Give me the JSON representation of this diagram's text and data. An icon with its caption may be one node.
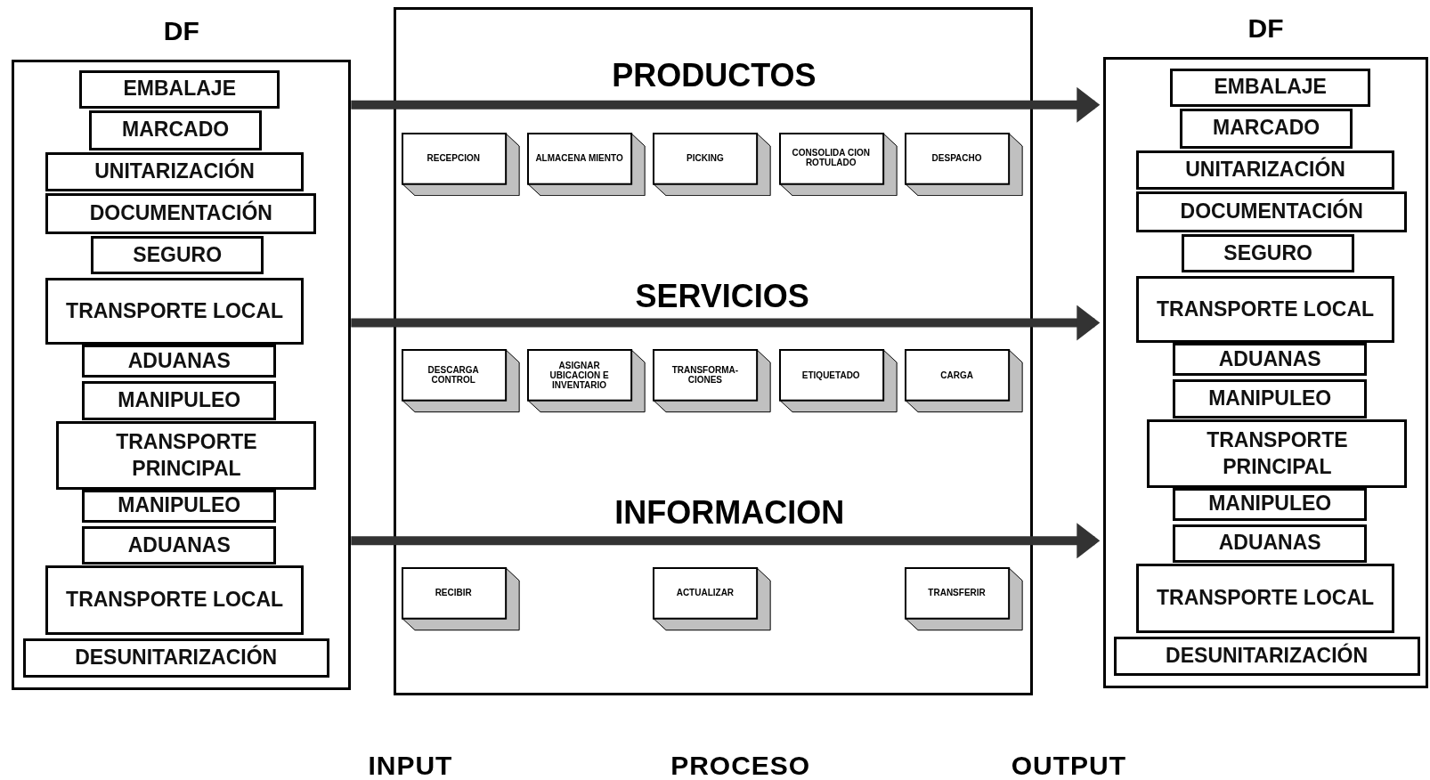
{
  "diagram": {
    "nodes": [
      {
        "text": [
          "DF"
        ]
      },
      {
        "text": [
          "EMBALAJE"
        ],
        "in": 0
      },
      {
        "text": [
          "MARCADO"
        ],
        "in": 0
      },
      {
        "text": [
          "UNITARIZACIÓN"
        ],
        "in": 0
      },
      {
        "text": [
          "DOCUMENTACIÓN"
        ],
        "in": 0
      },
      {
        "text": [
          "SEGURO"
        ],
        "in": 0
      },
      {
        "text": [
          "TRANSPORTE LOCAL"
        ],
        "in": 0
      },
      {
        "text": [
          "ADUANAS"
        ],
        "in": 0
      },
      {
        "text": [
          "MANIPULEO"
        ],
        "in": 0
      },
      {
        "text": [
          "TRANSPORTE PRINCIPAL"
        ],
        "in": 0
      },
      {
        "text": [
          "MANIPULEO"
        ],
        "in": 0
      },
      {
        "text": [
          "ADUANAS"
        ],
        "in": 0
      },
      {
        "text": [
          "TRANSPORTE LOCAL"
        ],
        "in": 0
      },
      {
        "text": [
          "DESUNITARIZACIÓN"
        ],
        "in": 0
      },
      {
        "text": [],
        "shape": "box"
      },
      {
        "text": [
          "RECEPCION"
        ],
        "in": 14
      },
      {
        "text": [
          "ALMACENA MIENTO"
        ],
        "in": 14
      },
      {
        "text": [
          "PICKING"
        ],
        "in": 14
      },
      {
        "text": [
          "CONSOLIDA CION ROTULADO"
        ],
        "in": 14
      },
      {
        "text": [
          "DESPACHO"
        ],
        "in": 14
      },
      {
        "text": [
          "DESCARGA CONTROL"
        ],
        "in": 14
      },
      {
        "text": [
          "ASIGNAR UBICACION E INVENTARIO"
        ],
        "in": 14
      },
      {
        "text": [
          "TRANSFORMA- CIONES"
        ],
        "in": 14
      },
      {
        "text": [
          "ETIQUETADO"
        ],
        "in": 14
      },
      {
        "text": [
          "CARGA"
        ],
        "in": 14
      },
      {
        "text": [
          "RECIBIR"
        ],
        "in": 14
      },
      {
        "text": [
          "ACTUALIZAR"
        ],
        "in": 14
      },
      {
        "text": [
          "TRANSFERIR"
        ],
        "in": 14
      },
      {
        "text": [
          "DF"
        ]
      },
      {
        "text": [
          "EMBALAJE"
        ],
        "in": 28
      },
      {
        "text": [
          "MARCADO"
        ],
        "in": 28
      },
      {
        "text": [
          "UNITARIZACIÓN"
        ],
        "in": 28
      },
      {
        "text": [
          "DOCUMENTACIÓN"
        ],
        "in": 28
      },
      {
        "text": [
          "SEGURO"
        ],
        "in": 28
      },
      {
        "text": [
          "TRANSPORTE LOCAL"
        ],
        "in": 28
      },
      {
        "text": [
          "ADUANAS"
        ],
        "in": 28
      },
      {
        "text": [
          "MANIPULEO"
        ],
        "in": 28
      },
      {
        "text": [
          "TRANSPORTE PRINCIPAL"
        ],
        "in": 28
      },
      {
        "text": [
          "MANIPULEO"
        ],
        "in": 28
      },
      {
        "text": [
          "ADUANAS"
        ],
        "in": 28
      },
      {
        "text": [
          "TRANSPORTE LOCAL"
        ],
        "in": 28
      },
      {
        "text": [
          "DESUNITARIZACIÓN"
        ],
        "in": 28
      }
    ],
    "edges": [
      {
        "from": 0,
        "to": 28,
        "arrow": "to",
        "label": "PRODUCTOS"
      },
      {
        "from": 0,
        "to": 28,
        "arrow": "to",
        "label": "SERVICIOS"
      },
      {
        "from": 0,
        "to": 28,
        "arrow": "to",
        "label": "INFORMACION"
      }
    ],
    "labels": [
      "INPUT",
      "PROCESO",
      "OUTPUT"
    ]
  }
}
